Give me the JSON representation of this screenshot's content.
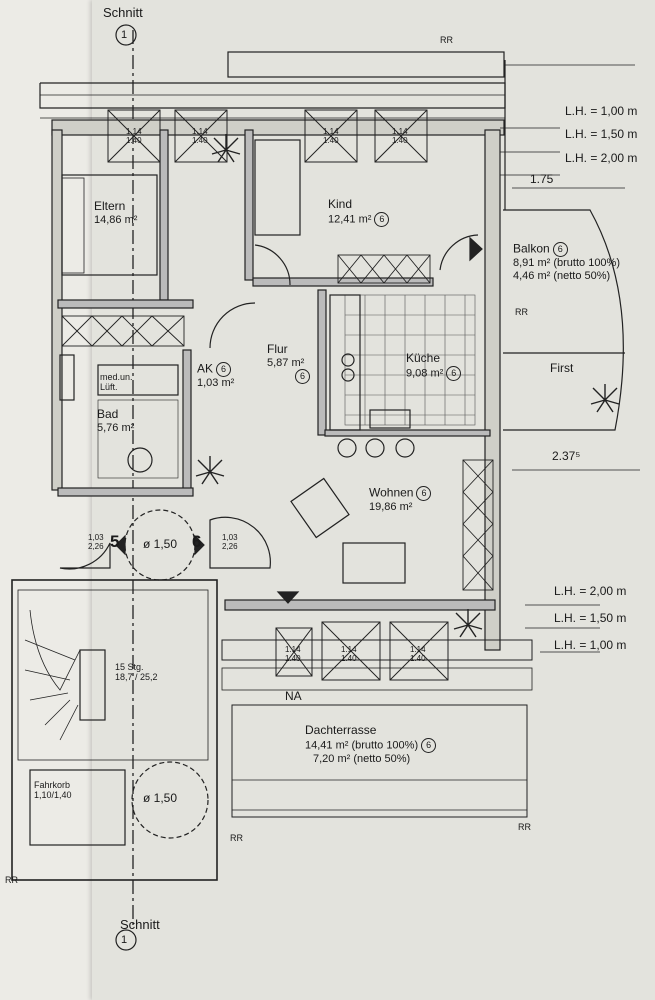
{
  "section_top": {
    "label": "Schnitt",
    "number": "1"
  },
  "section_bottom": {
    "label": "Schnitt",
    "number": "1"
  },
  "rr_labels": [
    "RR",
    "RR",
    "RR",
    "RR",
    "RR"
  ],
  "na_label": "NA",
  "window_labels": [
    "1.14\n1.40",
    "1.14\n1.40",
    "1.14\n1.40",
    "1.14\n1.40",
    "1.14\n1.40",
    "1.14\n1.40",
    "1.14\n1.40"
  ],
  "rooms": {
    "eltern": {
      "name": "Eltern",
      "area": "14,86 m²"
    },
    "kind": {
      "name": "Kind",
      "area": "12,41 m²",
      "tag": "6"
    },
    "balkon": {
      "name": "Balkon",
      "tag": "6",
      "area_brutto": "8,91 m² (brutto 100%)",
      "area_netto": "4,46 m² (netto 50%)"
    },
    "flur": {
      "name": "Flur",
      "area": "5,87 m²",
      "tag": "6"
    },
    "ak": {
      "name": "AK",
      "tag": "6",
      "area": "1,03 m²"
    },
    "kueche": {
      "name": "Küche",
      "area": "9,08 m²",
      "tag": "6"
    },
    "bad": {
      "name": "Bad",
      "area": "5,76 m²",
      "appliance": "med.un.\nLüft."
    },
    "wohnen": {
      "name": "Wohnen",
      "area": "19,86 m²",
      "tag": "6"
    },
    "dachterrasse": {
      "name": "Dachterrasse",
      "area_brutto": "14,41 m² (brutto 100%)",
      "area_netto": "7,20 m² (netto 50%)",
      "tag": "6"
    },
    "fahrkorb": {
      "name": "Fahrkorb",
      "size": "1,10/1,40"
    }
  },
  "first_label": "First",
  "dimensions": {
    "top_width": "1.75",
    "bottom_width": "2.37⁵"
  },
  "lh_top": [
    "L.H. = 1,00 m",
    "L.H. = 1,50 m",
    "L.H. = 2,00 m"
  ],
  "lh_bottom": [
    "L.H. = 2,00 m",
    "L.H. = 1,50 m",
    "L.H. = 1,00 m"
  ],
  "door_left": {
    "dim": "1,03\n2,26",
    "number": "5"
  },
  "door_right": {
    "dim": "1,03\n2,26",
    "number": "6"
  },
  "turning_circle_1": "ø 1,50",
  "turning_circle_2": "ø 1,50",
  "stairs": {
    "steps": "15 Stg.",
    "ratio": "18,7 / 25,2"
  }
}
